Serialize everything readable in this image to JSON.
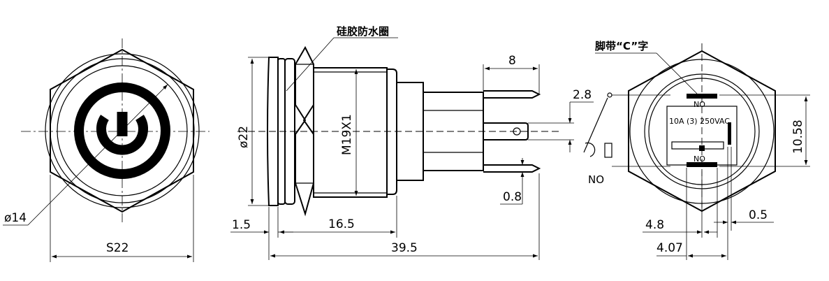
{
  "front": {
    "diameter_label": "ø14",
    "width_label": "S22"
  },
  "side": {
    "seal_label": "硅胶防水圈",
    "outer_diameter_label": "ø22",
    "thread_label": "M19X1",
    "terminal_length_label": "8",
    "terminal_thickness_label": "2.8",
    "terminal_width_label": "0.8",
    "flange_label": "1.5",
    "body_label": "16.5",
    "total_label": "39.5"
  },
  "back": {
    "pin_label": "脚带“C”字",
    "no_top": "NO",
    "no_bottom": "NO",
    "rating": "10A (3) 250VAC",
    "height_label": "10.58",
    "offset_label": "4.8",
    "gap_label": "0.5",
    "spacing_label": "4.07",
    "switch_label": "NO"
  }
}
